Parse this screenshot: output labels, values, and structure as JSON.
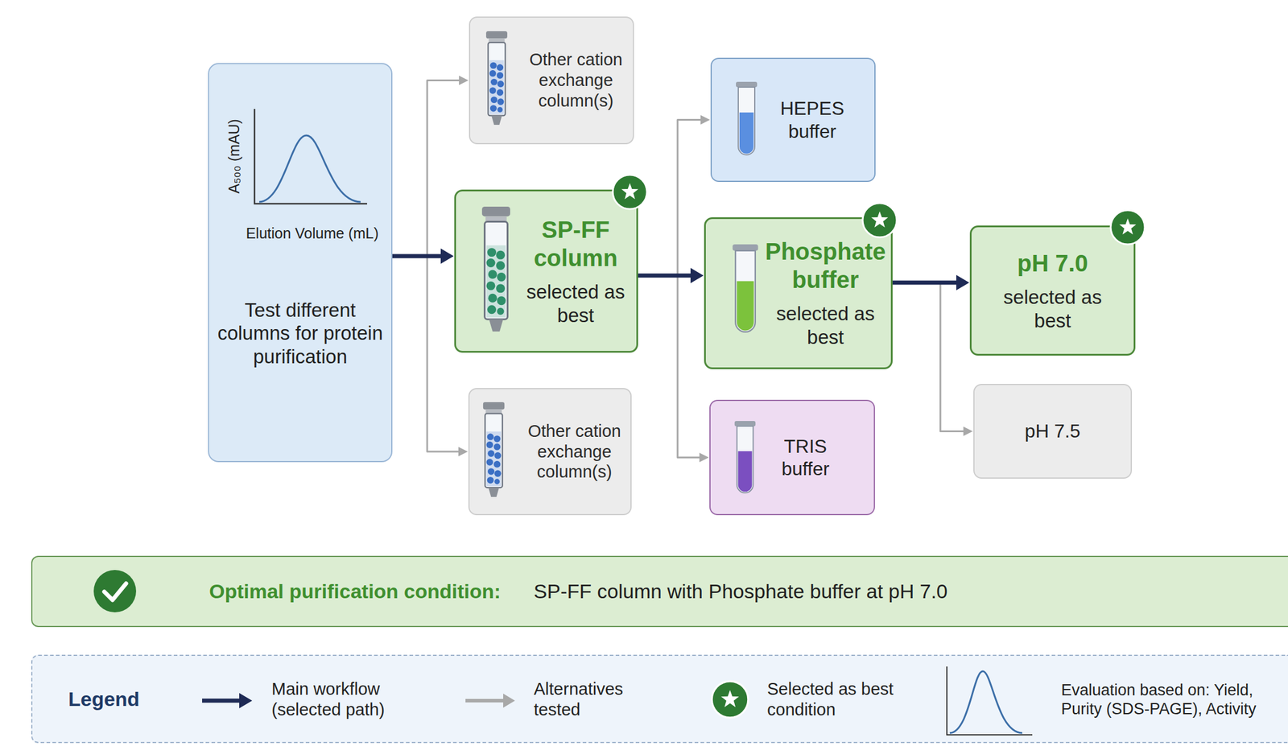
{
  "diagram": {
    "nodes": [
      {
        "text": [
          "Test different columns for protein purification"
        ]
      },
      {
        "text": [
          "Other cation exchange column(s)"
        ]
      },
      {
        "text": [
          "SP-FF column",
          "selected as best"
        ]
      },
      {
        "text": [
          "Other cation exchange column(s)"
        ]
      },
      {
        "text": [
          "HEPES buffer"
        ]
      },
      {
        "text": [
          "Phosphate buffer",
          "selected as best"
        ]
      },
      {
        "text": [
          "TRIS buffer"
        ]
      },
      {
        "text": [
          "pH 7.0",
          "selected as best"
        ]
      },
      {
        "text": [
          "pH 7.5"
        ]
      },
      {
        "text": [
          "Optimal purification condition:",
          "SP-FF column with Phosphate buffer at pH 7.0"
        ]
      }
    ],
    "edges": [
      {
        "from": 0,
        "to": 1,
        "arrow": "to"
      },
      {
        "from": 0,
        "to": 2,
        "arrow": "to"
      },
      {
        "from": 0,
        "to": 3,
        "arrow": "to"
      },
      {
        "from": 2,
        "to": 4,
        "arrow": "to"
      },
      {
        "from": 2,
        "to": 5,
        "arrow": "to"
      },
      {
        "from": 2,
        "to": 6,
        "arrow": "to"
      },
      {
        "from": 5,
        "to": 7,
        "arrow": "to"
      },
      {
        "from": 5,
        "to": 8,
        "arrow": "to"
      }
    ],
    "labels": [
      "A₅₀₀ (mAU)",
      "Elution Volume (mL)",
      "Legend"
    ],
    "legend": [
      {
        "text": "Main workflow (selected path)"
      },
      {
        "text": "Alternatives tested"
      },
      {
        "text": "Selected as best condition"
      },
      {
        "text": "Evaluation based on: Yield, Purity (SDS-PAGE), Activity"
      }
    ]
  }
}
